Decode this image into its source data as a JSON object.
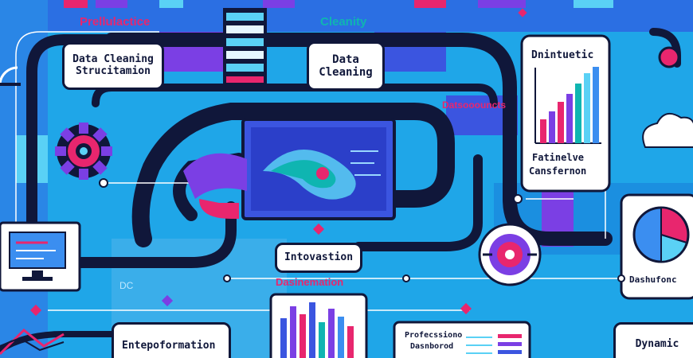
{
  "labels": {
    "top_left_banner": "Prellulactice",
    "top_center_banner": "Cleanity",
    "card_left_line1": "Data Cleaning",
    "card_left_line2": "Strucitamion",
    "card_center_line1": "Data",
    "card_center_line2": "Cleaning",
    "mid_pink": "Datsooouncts",
    "card_right_top_title": "Dnintuetic",
    "card_right_mid_line1": "Fatinelve",
    "card_right_mid_line2": "Cansfernon",
    "center_box": "Intovastion",
    "center_pink": "Dasinemation",
    "bottom_left_small": "DC",
    "bottom_left_card": "Entepoformation",
    "bottom_mid_line1": "Profecssiono",
    "bottom_mid_line2": "Dasnborod",
    "bottom_right_card": "Dynamic",
    "right_pie_label": "Dashufonc"
  },
  "colors": {
    "background": "#1fa6e8",
    "navy": "#10173a",
    "pink": "#e8266e",
    "purple": "#7b3fe4",
    "teal": "#0fb5b1",
    "light": "#5ad1f5"
  },
  "icons": [
    "gear-icon",
    "monitor-icon",
    "flow-swirl-icon",
    "bar-chart-icon",
    "pie-chart-icon",
    "target-icon",
    "cloud-icon",
    "database-stack-icon"
  ]
}
